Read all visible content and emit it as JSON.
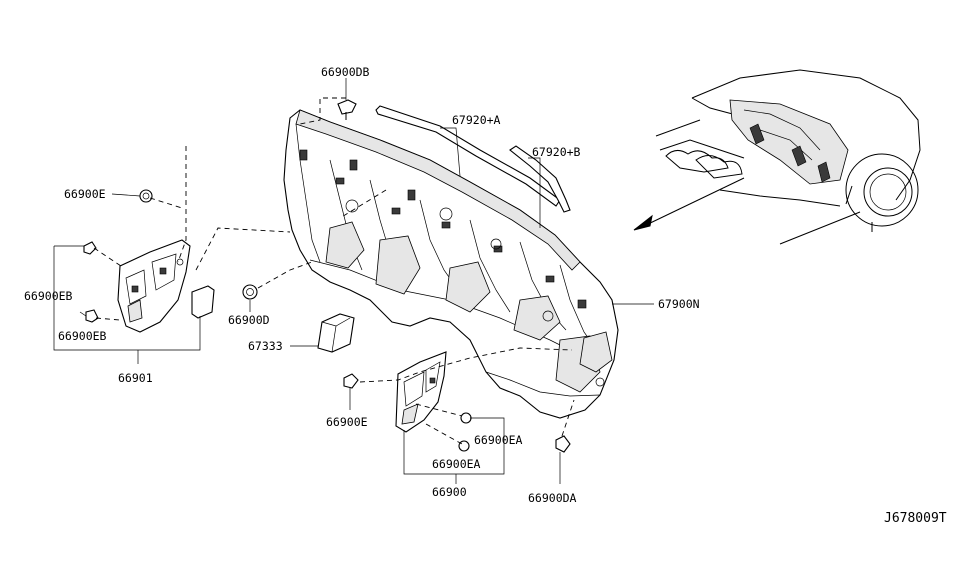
{
  "labels": {
    "p66900DB": "66900DB",
    "p67920A": "67920+A",
    "p67920B": "67920+B",
    "p66900E_top": "66900E",
    "p66900EB_a": "66900EB",
    "p66900EB_b": "66900EB",
    "p66900D": "66900D",
    "p67333": "67333",
    "p66901": "66901",
    "p67900N": "67900N",
    "p66900E_bot": "66900E",
    "p66900EA_a": "66900EA",
    "p66900EA_b": "66900EA",
    "p66900": "66900",
    "p66900DA": "66900DA"
  },
  "diagram_code": "J678009T",
  "colors": {
    "line": "#000000",
    "background": "#ffffff",
    "shade": "#e6e6e6"
  }
}
